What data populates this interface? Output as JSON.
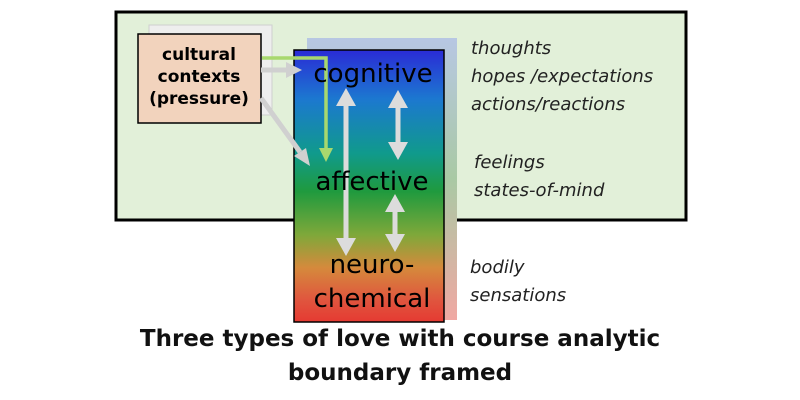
{
  "diagram": {
    "context_box": {
      "lines": [
        "cultural",
        "contexts",
        "(pressure)"
      ]
    },
    "layers": {
      "cognitive": "cognitive",
      "affective": "affective",
      "neuro_line1": "neuro-",
      "neuro_line2": "chemical"
    },
    "descriptions": {
      "cognitive": [
        "thoughts",
        "hopes /expectations",
        "actions/reactions"
      ],
      "affective": [
        "feelings",
        "states-of-mind"
      ],
      "neurochemical": [
        "bodily",
        "sensations"
      ]
    }
  },
  "caption": {
    "line1": "Three types of love with course analytic",
    "line2": "boundary framed"
  },
  "colors": {
    "boundary_fill": "#e2f0d9",
    "boundary_stroke": "#000000",
    "context_fill": "#f2d3bd",
    "highlight_arrow": "#a8d86e",
    "double_arrow": "#dcdcdc"
  }
}
